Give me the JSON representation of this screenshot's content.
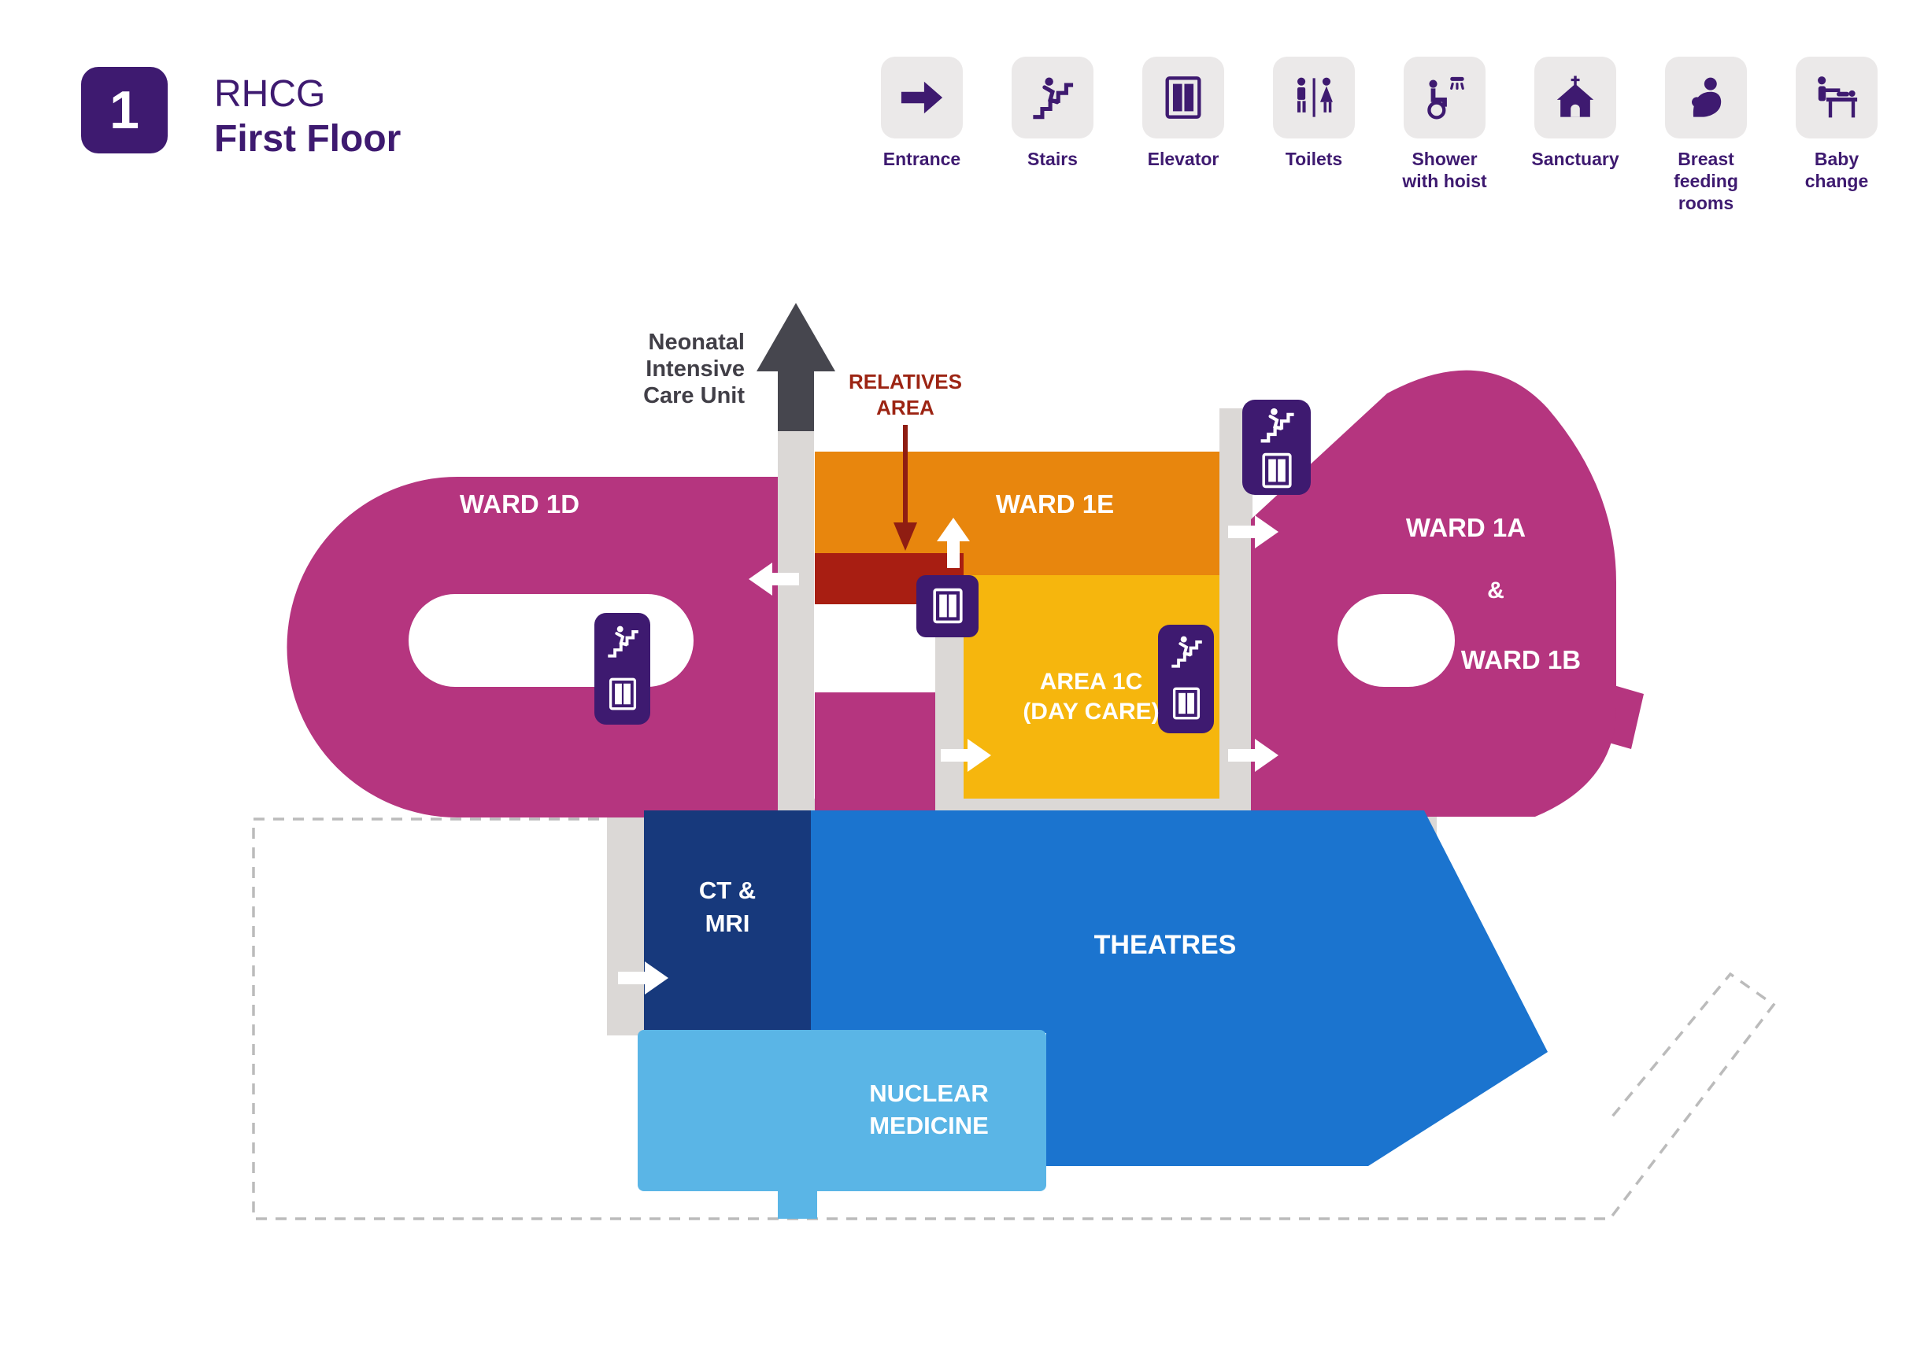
{
  "header": {
    "floor_badge": "1",
    "org": "RHCG",
    "floor": "First Floor"
  },
  "legend": [
    {
      "name": "entrance",
      "icon": "entrance-icon",
      "lines": [
        "Entrance"
      ]
    },
    {
      "name": "stairs",
      "icon": "stairs-icon",
      "lines": [
        "Stairs"
      ]
    },
    {
      "name": "elevator",
      "icon": "elevator-icon",
      "lines": [
        "Elevator"
      ]
    },
    {
      "name": "toilets",
      "icon": "toilets-icon",
      "lines": [
        "Toilets"
      ]
    },
    {
      "name": "shower-with-hoist",
      "icon": "shower-hoist-icon",
      "lines": [
        "Shower",
        "with hoist"
      ]
    },
    {
      "name": "sanctuary",
      "icon": "sanctuary-icon",
      "lines": [
        "Sanctuary"
      ]
    },
    {
      "name": "breast-feeding-rooms",
      "icon": "breast-feeding-icon",
      "lines": [
        "Breast",
        "feeding",
        "rooms"
      ]
    },
    {
      "name": "baby-change",
      "icon": "baby-change-icon",
      "lines": [
        "Baby",
        "change"
      ]
    }
  ],
  "map": {
    "annotations": {
      "neonatal": {
        "lines": [
          "Neonatal",
          "Intensive",
          "Care Unit"
        ]
      },
      "relatives": {
        "lines": [
          "RELATIVES",
          "AREA"
        ]
      }
    },
    "areas": {
      "ward_1d": {
        "label": "WARD 1D"
      },
      "ward_1e": {
        "label": "WARD 1E"
      },
      "area_1c": {
        "lines": [
          "AREA 1C",
          "(DAY CARE)"
        ]
      },
      "ward_1a_1b": {
        "lines": [
          "WARD 1A",
          "&",
          "WARD 1B"
        ]
      },
      "ct_mri": {
        "lines": [
          "CT &",
          "MRI"
        ]
      },
      "theatres": {
        "label": "THEATRES"
      },
      "nuclear_medicine": {
        "lines": [
          "NUCLEAR",
          "MEDICINE"
        ]
      }
    }
  },
  "colors": {
    "purple": "#3e1a70",
    "magenta": "#b5357f",
    "orange": "#e8860d",
    "dark_red": "#a81e12",
    "amber": "#f6b60d",
    "navy": "#17397c",
    "blue": "#1b74cf",
    "light_blue": "#5ab5e6",
    "corridor_gray": "#dbd8d6",
    "dark_gray": "#46464e"
  }
}
